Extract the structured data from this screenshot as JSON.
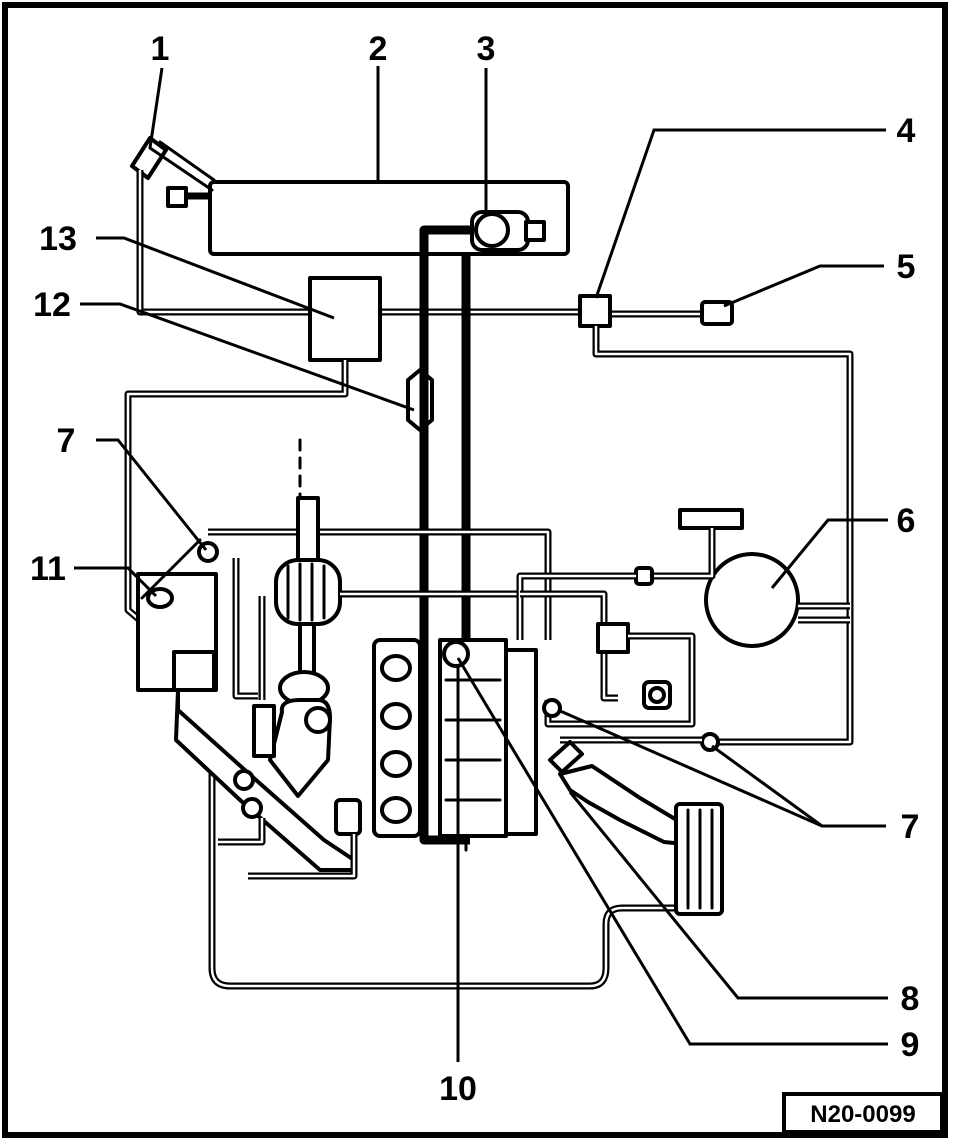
{
  "figure_code": "N20-0099",
  "callouts": [
    {
      "id": "c1",
      "text": "1"
    },
    {
      "id": "c2",
      "text": "2"
    },
    {
      "id": "c3",
      "text": "3"
    },
    {
      "id": "c4",
      "text": "4"
    },
    {
      "id": "c5",
      "text": "5"
    },
    {
      "id": "c6",
      "text": "6"
    },
    {
      "id": "c7a",
      "text": "7"
    },
    {
      "id": "c7b",
      "text": "7"
    },
    {
      "id": "c8",
      "text": "8"
    },
    {
      "id": "c9",
      "text": "9"
    },
    {
      "id": "c10",
      "text": "10"
    },
    {
      "id": "c11",
      "text": "11"
    },
    {
      "id": "c12",
      "text": "12"
    },
    {
      "id": "c13",
      "text": "13"
    }
  ]
}
